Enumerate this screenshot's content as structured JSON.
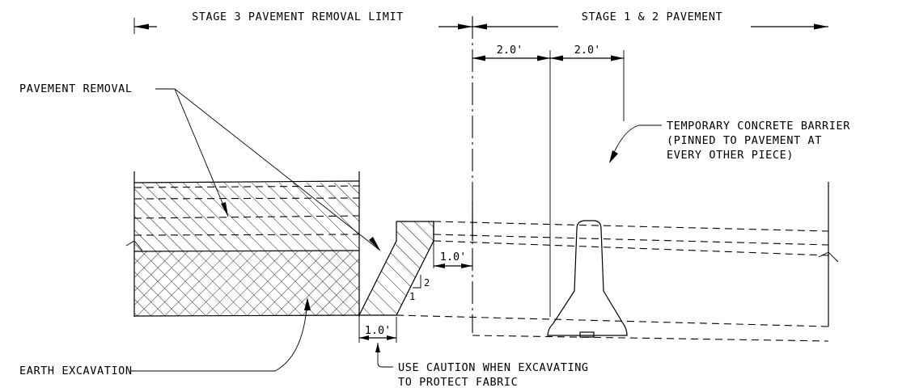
{
  "dimensions": {
    "stage3_limit": "STAGE 3 PAVEMENT REMOVAL LIMIT",
    "stage12_pavement": "STAGE 1 & 2 PAVEMENT",
    "offset_left": "2.0'",
    "barrier_width": "2.0'",
    "step_offset": "1.0'",
    "trench_width": "1.0'"
  },
  "slope": {
    "rise": "2",
    "run": "1"
  },
  "callouts": {
    "pavement_removal": "PAVEMENT REMOVAL",
    "earth_excavation": "EARTH EXCAVATION",
    "barrier": [
      "TEMPORARY CONCRETE BARRIER",
      "(PINNED TO PAVEMENT AT",
      "EVERY OTHER PIECE)"
    ],
    "caution": [
      "USE CAUTION WHEN EXCAVATING",
      "TO PROTECT FABRIC"
    ]
  }
}
